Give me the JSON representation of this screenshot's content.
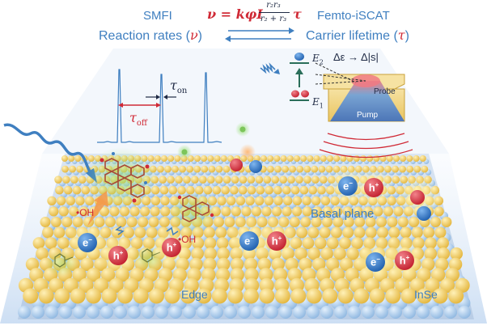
{
  "header": {
    "smfi_label": "SMFI",
    "equation": {
      "lhs": "ν = kφI",
      "numerator": "r₂r₃",
      "denominator": "r₂ + r₃",
      "rhs": "τ"
    },
    "femto_label": "Femto-iSCAT",
    "reaction_rates_label": "Reaction rates (",
    "reaction_rates_symbol": "ν",
    "carrier_lifetime_label": "Carrier lifetime (",
    "carrier_lifetime_symbol": "τ",
    "close_paren": ")"
  },
  "trace": {
    "tau_on": "τ",
    "tau_on_sub": "on",
    "tau_off": "τ",
    "tau_off_sub": "off"
  },
  "energy": {
    "e2": "E",
    "e2_sub": "2",
    "e1": "E",
    "e1_sub": "1",
    "delta_label": "Δε → Δ|s|"
  },
  "probe_box": {
    "probe_label": "Probe",
    "pump_label": "Pump"
  },
  "surface": {
    "oh_left": "•OH",
    "oh_center": "•OH",
    "basal_plane_label": "Basal plane",
    "edge_label": "Edge",
    "material_label": "InSe",
    "electron": "e",
    "hole": "h"
  },
  "colors": {
    "accent_blue": "#3f7fc0",
    "accent_red": "#d02a36",
    "selenium_yellow": "#f2c94c",
    "indium_blue": "#9cc3ea"
  }
}
